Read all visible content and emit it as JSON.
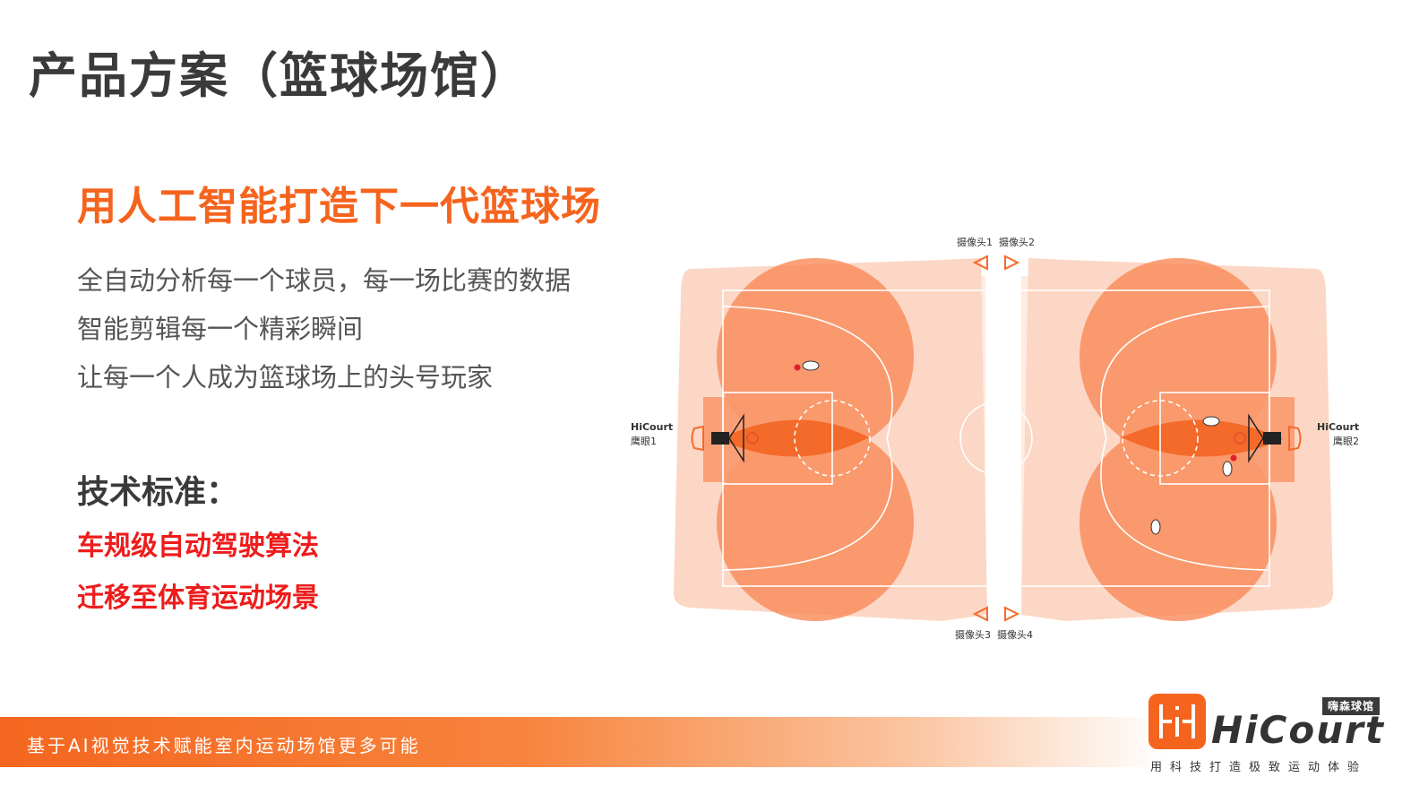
{
  "title": "产品方案（篮球场馆）",
  "headline": "用人工智能打造下一代篮球场",
  "features": [
    "全自动分析每一个球员，每一场比赛的数据",
    "智能剪辑每一个精彩瞬间",
    "让每一个人成为篮球场上的头号玩家"
  ],
  "tech": {
    "heading": "技术标准：",
    "items": [
      "车规级自动驾驶算法",
      "迁移至体育运动场景"
    ]
  },
  "diagram": {
    "camera1_label": "摄像头1",
    "camera2_label": "摄像头2",
    "camera3_label": "摄像头3",
    "camera4_label": "摄像头4",
    "hawkeye_left_brand": "HiCourt",
    "hawkeye_left_label": "鹰眼1",
    "hawkeye_right_brand": "HiCourt",
    "hawkeye_right_label": "鹰眼2"
  },
  "footer": {
    "tagline": "基于AI视觉技术赋能室内运动场馆更多可能"
  },
  "brand": {
    "badge": "嗨森球馆",
    "name": "HiCourt",
    "slogan": "用科技打造极致运动体验"
  },
  "colors": {
    "accent": "#f5641e",
    "highlight": "#ee1c1c",
    "coverage": "#f98d5c"
  }
}
